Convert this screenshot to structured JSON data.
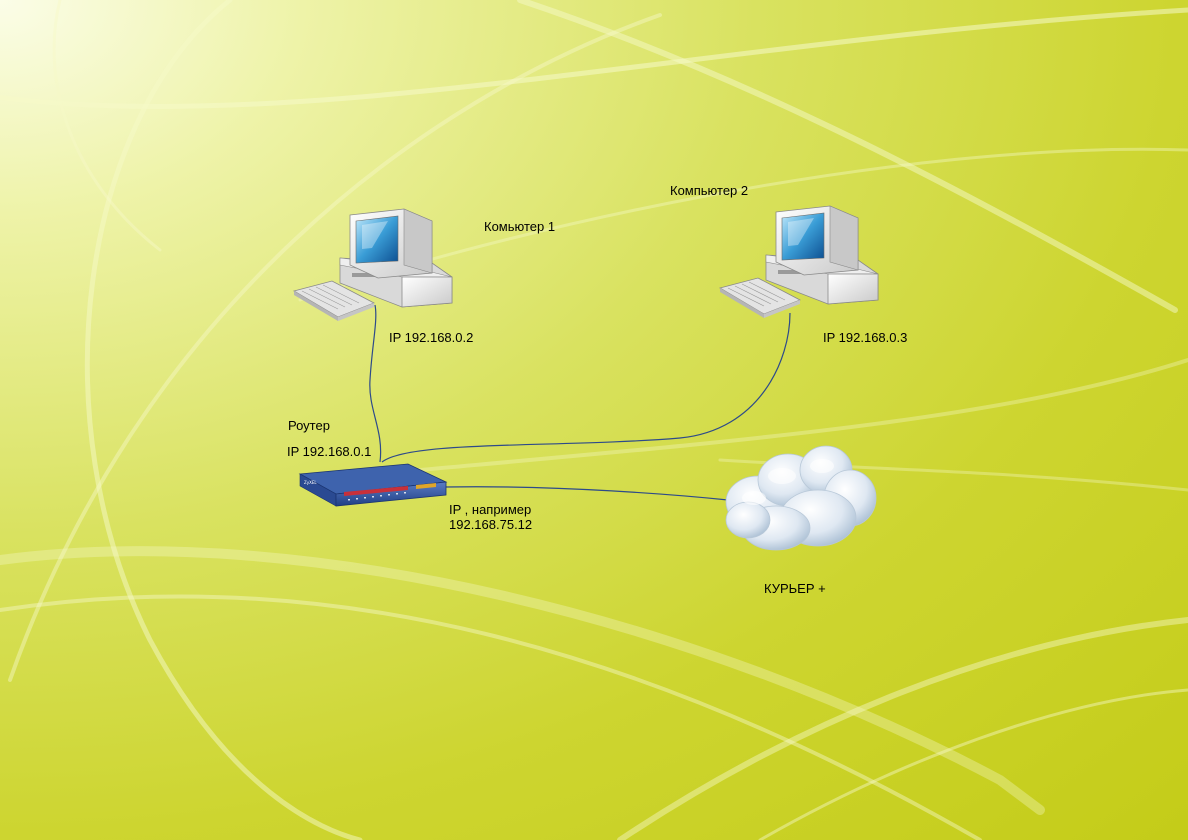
{
  "diagram": {
    "nodes": {
      "computer1": {
        "name": "Комьютер 1",
        "ip": "IP 192.168.0.2",
        "icon": "desktop-computer-icon"
      },
      "computer2": {
        "name": "Компьютер 2",
        "ip": "IP 192.168.0.3",
        "icon": "desktop-computer-icon"
      },
      "router": {
        "name": "Роутер",
        "ip": "IP 192.168.0.1",
        "icon": "router-icon"
      },
      "internet": {
        "name": "КУРЬЕР +",
        "ip_line1": "IP , например",
        "ip_line2": "192.168.75.12",
        "icon": "cloud-icon"
      }
    },
    "links": [
      {
        "from": "router",
        "to": "computer1"
      },
      {
        "from": "router",
        "to": "computer2"
      },
      {
        "from": "router",
        "to": "internet"
      }
    ]
  },
  "colors": {
    "background": "#cdd530",
    "cable": "#2d4a8a",
    "router_body": "#2b4f9a"
  }
}
